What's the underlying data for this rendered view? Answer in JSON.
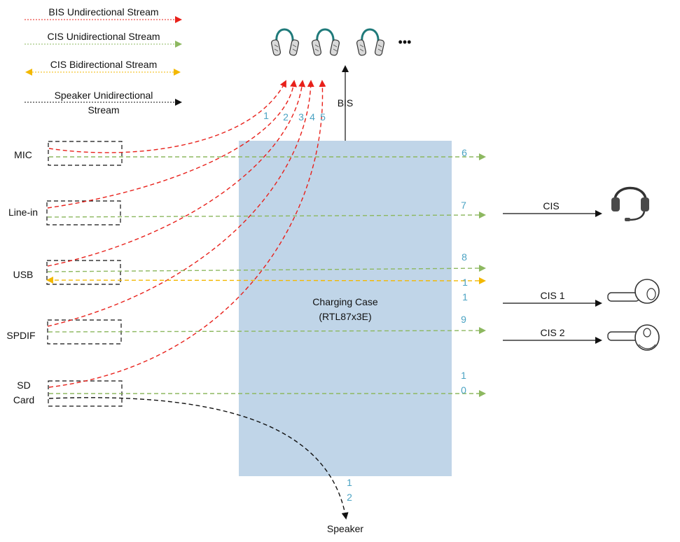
{
  "legend": {
    "bis": "BIS Undirectional Stream",
    "cis_uni": "CIS Unidirectional Stream",
    "cis_bi": "CIS Bidirectional Stream",
    "speaker_line1": "Speaker Unidirectional",
    "speaker_line2": "Stream"
  },
  "sources": {
    "mic": "MIC",
    "linein": "Line-in",
    "usb": "USB",
    "spdif": "SPDIF",
    "sd_line1": "SD",
    "sd_line2": "Card"
  },
  "case": {
    "line1": "Charging Case",
    "line2": "(RTL87x3E)"
  },
  "bis_label": "BIS",
  "ellipsis": "•••",
  "speaker": "Speaker",
  "cis_labels": {
    "cis": "CIS",
    "cis1": "CIS 1",
    "cis2": "CIS 2"
  },
  "stream_numbers": {
    "n1": "1",
    "n2": "2",
    "n3": "3",
    "n4": "4",
    "n5": "5",
    "n6": "6",
    "n7": "7",
    "n8": "8",
    "n11a": "1",
    "n11b": "1",
    "n9": "9",
    "n10a": "1",
    "n10b": "0",
    "n12a": "1",
    "n12b": "2"
  },
  "colors": {
    "bis": "#e8201a",
    "cis_uni": "#8db860",
    "cis_bi": "#f3b800",
    "speaker": "#111111",
    "case_fill": "#c0d5e8",
    "numbers": "#4BA3C3",
    "headphone": "#1f7a7a"
  },
  "icons": {
    "headphones": "headphones-icon",
    "headset": "headset-icon",
    "earbud": "earbud-icon"
  }
}
